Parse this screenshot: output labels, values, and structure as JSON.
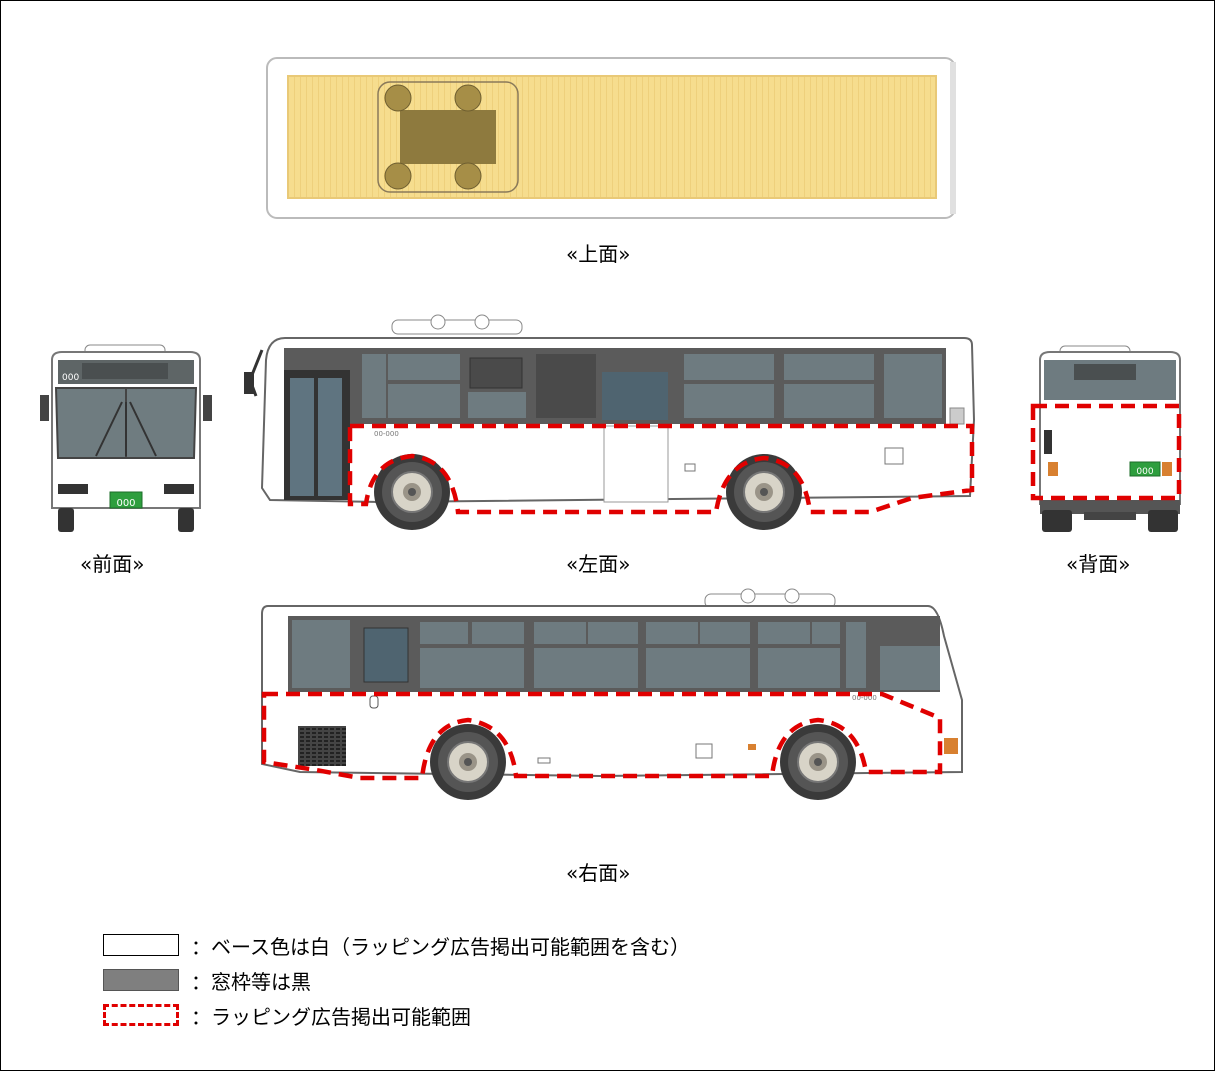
{
  "views": {
    "top": "«上面»",
    "front": "«前面»",
    "left": "«左面»",
    "back": "«背面»",
    "right": "«右面»"
  },
  "bus": {
    "fleet_number": "000",
    "plate_number": "000",
    "side_number": "00-000"
  },
  "legend": [
    {
      "swatch": "white",
      "text": "：ベース色は白（ラッピング広告掲出可能範囲を含む）"
    },
    {
      "swatch": "black",
      "text": "：窓枠等は黒"
    },
    {
      "swatch": "red-dashed",
      "text": "：ラッピング広告掲出可能範囲"
    }
  ],
  "colors": {
    "body": "#ffffff",
    "window_frame": "#5a5a5a",
    "glass": "#6e7b80",
    "roof_panel": "#f5dc8c",
    "wrap_outline": "#e00000",
    "plate": "#2e9e3e"
  }
}
